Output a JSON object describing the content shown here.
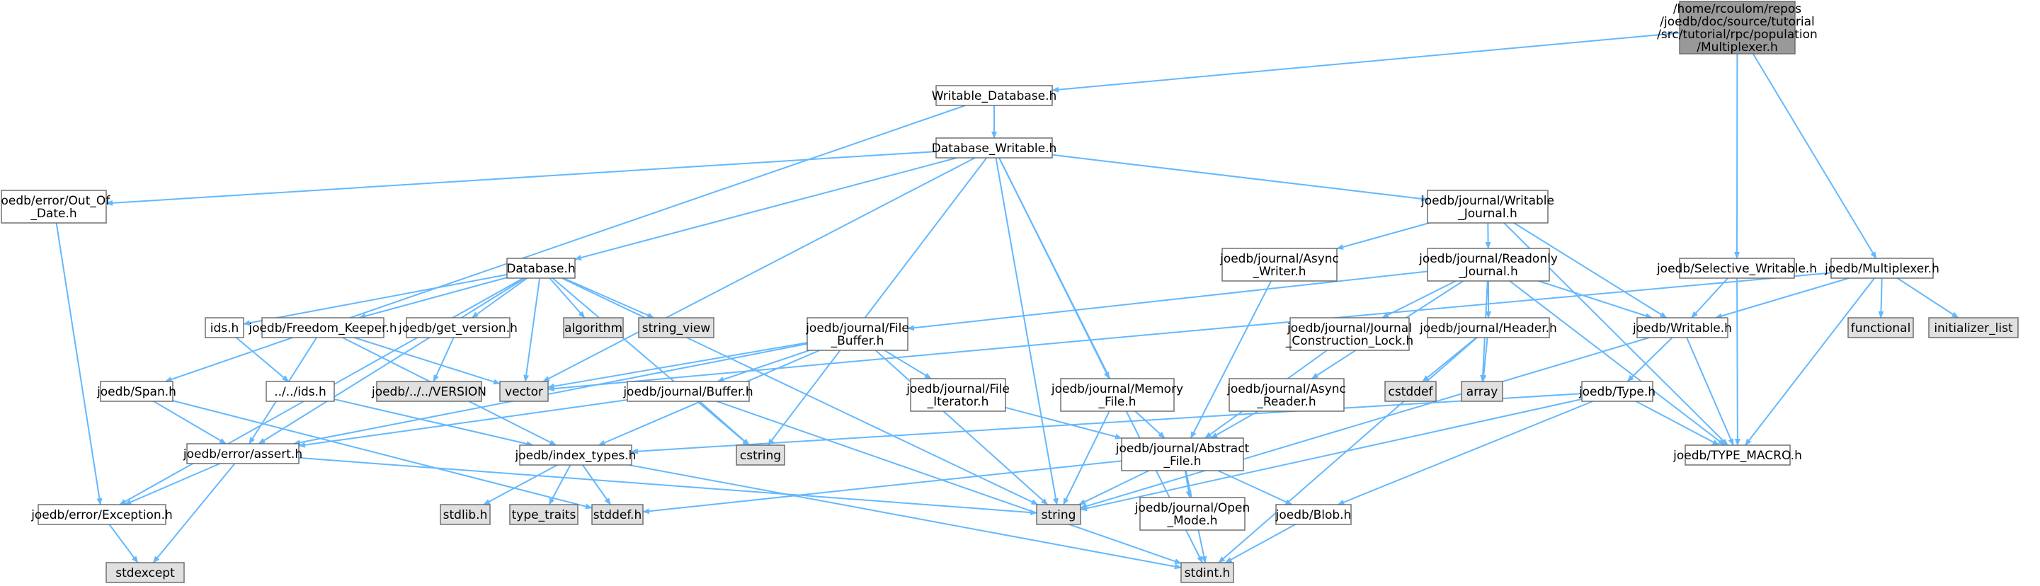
{
  "colors": {
    "edge": "#63b8ff",
    "root_fill": "#999999",
    "node_fill": "#ffffff",
    "system_fill": "#e0e0e0",
    "border": "#666666",
    "text": "#000000"
  },
  "root": {
    "lines": [
      "/home/rcoulom/repos",
      "/joedb/doc/source/tutorial",
      "/src/tutorial/rpc/population",
      "/Multiplexer.h"
    ]
  },
  "nodes": {
    "writable_database": {
      "lines": [
        "Writable_Database.h"
      ]
    },
    "database_writable": {
      "lines": [
        "Database_Writable.h"
      ]
    },
    "out_of_date": {
      "lines": [
        "joedb/error/Out_Of",
        "_Date.h"
      ]
    },
    "database": {
      "lines": [
        "Database.h"
      ]
    },
    "writable_journal": {
      "lines": [
        "joedb/journal/Writable",
        "_Journal.h"
      ]
    },
    "async_writer": {
      "lines": [
        "joedb/journal/Async",
        "_Writer.h"
      ]
    },
    "readonly_journal": {
      "lines": [
        "joedb/journal/Readonly",
        "_Journal.h"
      ]
    },
    "selective_writable": {
      "lines": [
        "joedb/Selective_Writable.h"
      ]
    },
    "multiplexer": {
      "lines": [
        "joedb/Multiplexer.h"
      ]
    },
    "ids": {
      "lines": [
        "ids.h"
      ]
    },
    "freedom_keeper": {
      "lines": [
        "joedb/Freedom_Keeper.h"
      ]
    },
    "get_version": {
      "lines": [
        "joedb/get_version.h"
      ]
    },
    "algorithm": {
      "lines": [
        "algorithm"
      ]
    },
    "string_view": {
      "lines": [
        "string_view"
      ]
    },
    "file_buffer": {
      "lines": [
        "joedb/journal/File",
        "_Buffer.h"
      ]
    },
    "construction_lock": {
      "lines": [
        "joedb/journal/Journal",
        "_Construction_Lock.h"
      ]
    },
    "header": {
      "lines": [
        "joedb/journal/Header.h"
      ]
    },
    "writable": {
      "lines": [
        "joedb/Writable.h"
      ]
    },
    "functional": {
      "lines": [
        "functional"
      ]
    },
    "initializer_list": {
      "lines": [
        "initializer_list"
      ]
    },
    "span": {
      "lines": [
        "joedb/Span.h"
      ]
    },
    "dotdot_ids": {
      "lines": [
        "../../ids.h"
      ]
    },
    "version": {
      "lines": [
        "joedb/../../VERSION"
      ]
    },
    "vector": {
      "lines": [
        "vector"
      ]
    },
    "buffer": {
      "lines": [
        "joedb/journal/Buffer.h"
      ]
    },
    "file_iterator": {
      "lines": [
        "joedb/journal/File",
        "_Iterator.h"
      ]
    },
    "memory_file": {
      "lines": [
        "joedb/journal/Memory",
        "_File.h"
      ]
    },
    "async_reader": {
      "lines": [
        "joedb/journal/Async",
        "_Reader.h"
      ]
    },
    "cstddef": {
      "lines": [
        "cstddef"
      ]
    },
    "array": {
      "lines": [
        "array"
      ]
    },
    "type": {
      "lines": [
        "joedb/Type.h"
      ]
    },
    "assert": {
      "lines": [
        "joedb/error/assert.h"
      ]
    },
    "index_types": {
      "lines": [
        "joedb/index_types.h"
      ]
    },
    "cstring": {
      "lines": [
        "cstring"
      ]
    },
    "abstract_file": {
      "lines": [
        "joedb/journal/Abstract",
        "_File.h"
      ]
    },
    "type_macro": {
      "lines": [
        "joedb/TYPE_MACRO.h"
      ]
    },
    "exception": {
      "lines": [
        "joedb/error/Exception.h"
      ]
    },
    "stdlib": {
      "lines": [
        "stdlib.h"
      ]
    },
    "type_traits": {
      "lines": [
        "type_traits"
      ]
    },
    "stddef": {
      "lines": [
        "stddef.h"
      ]
    },
    "string": {
      "lines": [
        "string"
      ]
    },
    "open_mode": {
      "lines": [
        "joedb/journal/Open",
        "_Mode.h"
      ]
    },
    "blob": {
      "lines": [
        "joedb/Blob.h"
      ]
    },
    "stdexcept": {
      "lines": [
        "stdexcept"
      ]
    },
    "stdint": {
      "lines": [
        "stdint.h"
      ]
    }
  }
}
